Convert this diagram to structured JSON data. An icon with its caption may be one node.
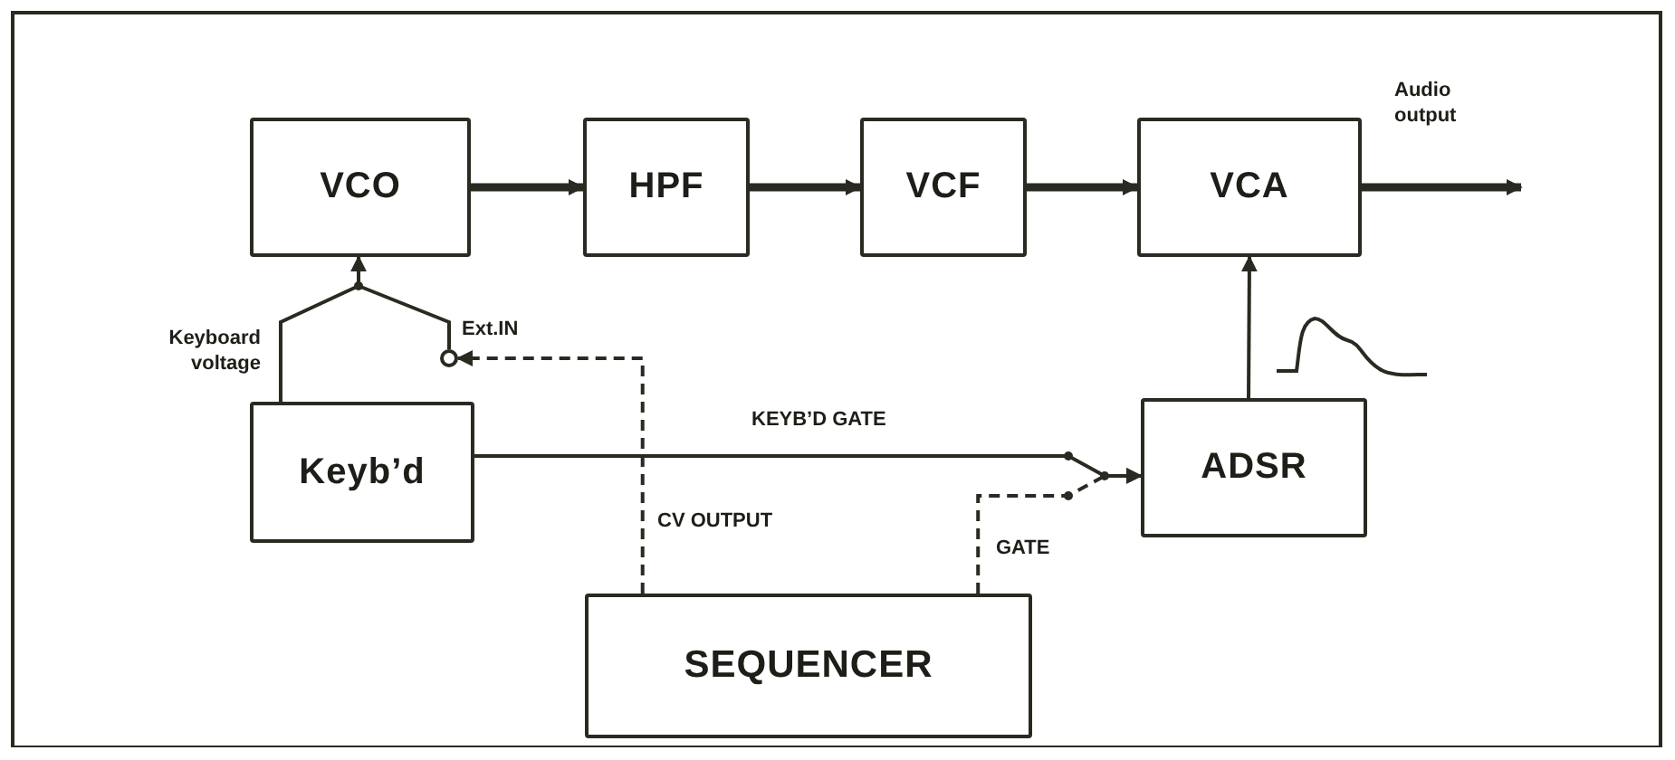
{
  "diagram": {
    "nodes": [
      {
        "text": [
          "VCO"
        ]
      },
      {
        "text": [
          "HPF"
        ]
      },
      {
        "text": [
          "VCF"
        ]
      },
      {
        "text": [
          "VCA"
        ]
      },
      {
        "text": [
          "Keyb’d"
        ]
      },
      {
        "text": [
          "ADSR"
        ]
      },
      {
        "text": [
          "SEQUENCER"
        ]
      },
      {
        "text": [],
        "shape": "circle",
        "beside": [
          "Ext.IN"
        ]
      }
    ],
    "edges": [
      {
        "from": 0,
        "to": 1,
        "arrow": "to",
        "style": "thick"
      },
      {
        "from": 1,
        "to": 2,
        "arrow": "to",
        "style": "thick"
      },
      {
        "from": 2,
        "to": 3,
        "arrow": "to",
        "style": "thick"
      },
      {
        "from": 3,
        "to": null,
        "arrow": "to",
        "style": "thick",
        "label": "Audio output"
      },
      {
        "from": 4,
        "to": 0,
        "arrow": "to",
        "label": "Keyboard voltage"
      },
      {
        "from": 7,
        "to": 0,
        "arrow": "none"
      },
      {
        "from": 6,
        "to": 7,
        "arrow": "to",
        "style": "dashed",
        "label": "CV OUTPUT"
      },
      {
        "from": 4,
        "to": 5,
        "arrow": "to",
        "label": "KEYB’D GATE"
      },
      {
        "from": 6,
        "to": 5,
        "arrow": "to",
        "style": "dashed",
        "label": "GATE"
      },
      {
        "from": 5,
        "to": 3,
        "arrow": "to"
      }
    ]
  }
}
